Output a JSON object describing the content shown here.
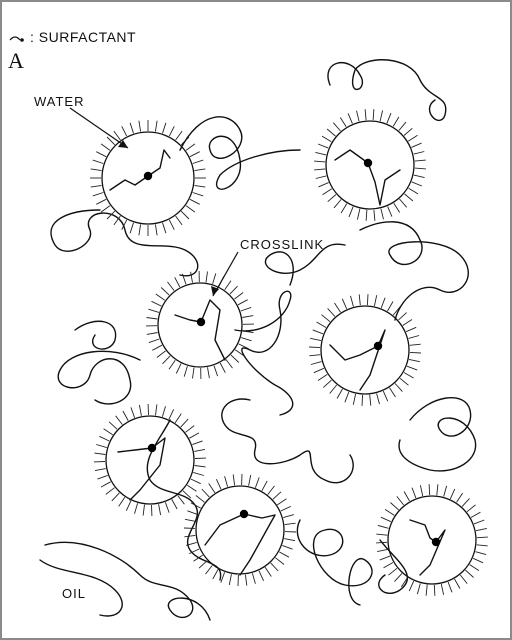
{
  "legend": {
    "text": ": SURFACTANT",
    "symbol": "surfactant-symbol"
  },
  "panel_letter": "A",
  "labels": {
    "water": "WATER",
    "crosslink": "CROSSLINK",
    "oil": "OIL"
  },
  "colors": {
    "ink": "#111111",
    "background": "#ffffff",
    "frame": "#8a8a8a"
  }
}
